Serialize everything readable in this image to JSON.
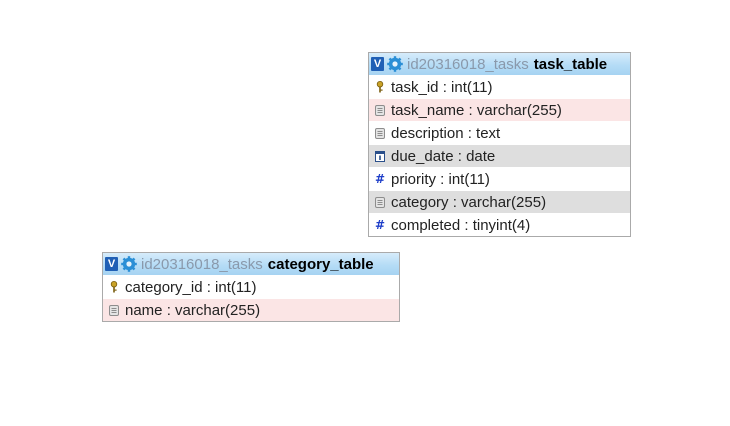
{
  "tables": {
    "task": {
      "toggle": "V",
      "db": "id20316018_tasks",
      "name": "task_table",
      "columns": [
        {
          "label": "task_id : int(11)",
          "icon": "primary-key-icon"
        },
        {
          "label": "task_name : varchar(255)",
          "icon": "text-field-icon"
        },
        {
          "label": "description : text",
          "icon": "text-field-icon"
        },
        {
          "label": "due_date : date",
          "icon": "date-icon"
        },
        {
          "label": "priority : int(11)",
          "icon": "numeric-icon"
        },
        {
          "label": "category : varchar(255)",
          "icon": "text-field-icon"
        },
        {
          "label": "completed : tinyint(4)",
          "icon": "numeric-icon"
        }
      ]
    },
    "category": {
      "toggle": "V",
      "db": "id20316018_tasks",
      "name": "category_table",
      "columns": [
        {
          "label": "category_id : int(11)",
          "icon": "primary-key-icon"
        },
        {
          "label": "name : varchar(255)",
          "icon": "text-field-icon"
        }
      ]
    }
  },
  "colors": {
    "header_gradient_top": "#d6ecfb",
    "header_gradient_bottom": "#a6d3f2",
    "toggle_blue": "#1f5fb5",
    "row_highlight_pink": "#fbe5e5",
    "row_highlight_gray": "#dedede",
    "db_name_gray": "#8a99ab"
  }
}
